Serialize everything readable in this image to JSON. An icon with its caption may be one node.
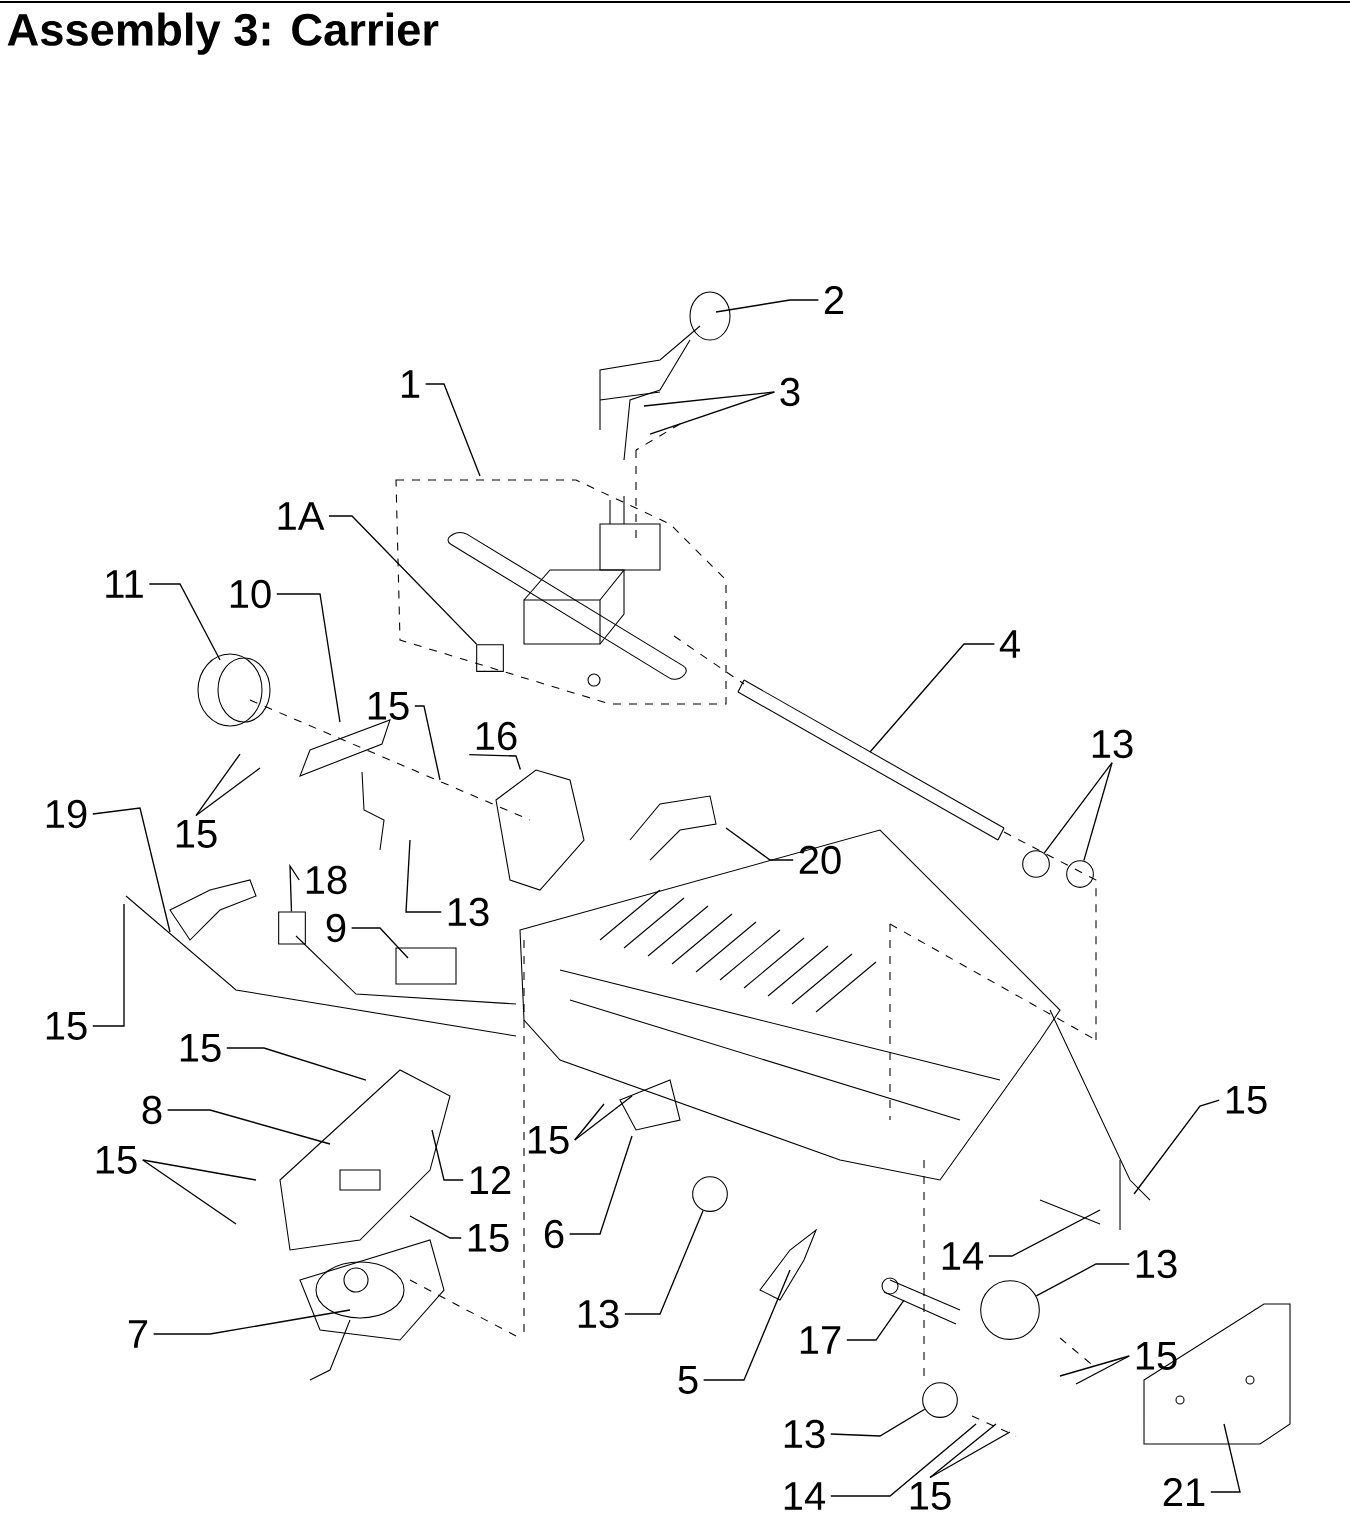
{
  "diagram": {
    "title": "Assembly 3: Carrier",
    "nodes": [
      {
        "text": [
          "1"
        ]
      },
      {
        "text": [
          "2"
        ]
      },
      {
        "text": [
          "3"
        ]
      },
      {
        "text": [
          "1A"
        ]
      },
      {
        "text": [
          "4"
        ]
      },
      {
        "text": [
          "11"
        ]
      },
      {
        "text": [
          "10"
        ]
      },
      {
        "text": [
          "15"
        ]
      },
      {
        "text": [
          "16"
        ]
      },
      {
        "text": [
          "15"
        ]
      },
      {
        "text": [
          "13"
        ]
      },
      {
        "text": [
          "20"
        ]
      },
      {
        "text": [
          "13"
        ]
      },
      {
        "text": [
          "19"
        ]
      },
      {
        "text": [
          "15"
        ]
      },
      {
        "text": [
          "18"
        ]
      },
      {
        "text": [
          "9"
        ]
      },
      {
        "text": [
          "15"
        ]
      },
      {
        "text": [
          "8"
        ]
      },
      {
        "text": [
          "12"
        ]
      },
      {
        "text": [
          "15"
        ]
      },
      {
        "text": [
          "15"
        ]
      },
      {
        "text": [
          "6"
        ]
      },
      {
        "text": [
          "15"
        ]
      },
      {
        "text": [
          "7"
        ]
      },
      {
        "text": [
          "13"
        ]
      },
      {
        "text": [
          "15"
        ]
      },
      {
        "text": [
          "14"
        ]
      },
      {
        "text": [
          "13"
        ]
      },
      {
        "text": [
          "5"
        ]
      },
      {
        "text": [
          "17"
        ]
      },
      {
        "text": [
          "15"
        ]
      },
      {
        "text": [
          "13"
        ]
      },
      {
        "text": [
          "14"
        ]
      },
      {
        "text": [
          "15"
        ]
      },
      {
        "text": [
          "21"
        ]
      },
      {
        "text": [],
        "shape": "box"
      },
      {
        "text": [],
        "shape": "picture"
      },
      {
        "text": [],
        "shape": "picture"
      },
      {
        "text": [],
        "shape": "circle"
      },
      {
        "text": [],
        "shape": "circle"
      },
      {
        "text": [],
        "shape": "box"
      },
      {
        "text": [],
        "shape": "circle"
      },
      {
        "text": [],
        "shape": "circle"
      },
      {
        "text": [],
        "shape": "circle"
      }
    ],
    "edges": [
      {
        "from": 0,
        "to": null,
        "arrow": "none"
      },
      {
        "from": 1,
        "to": null,
        "arrow": "none"
      },
      {
        "from": 2,
        "to": null,
        "arrow": "none"
      },
      {
        "from": 2,
        "to": null,
        "arrow": "none"
      },
      {
        "from": 3,
        "to": 36,
        "arrow": "none"
      },
      {
        "from": 4,
        "to": null,
        "arrow": "none"
      },
      {
        "from": 5,
        "to": null,
        "arrow": "none"
      },
      {
        "from": 6,
        "to": 37,
        "arrow": "none"
      },
      {
        "from": 7,
        "to": null,
        "arrow": "none"
      },
      {
        "from": 8,
        "to": 38,
        "arrow": "none"
      },
      {
        "from": 9,
        "to": null,
        "arrow": "none"
      },
      {
        "from": 9,
        "to": null,
        "arrow": "none"
      },
      {
        "from": 10,
        "to": null,
        "arrow": "none"
      },
      {
        "from": 11,
        "to": null,
        "arrow": "none"
      },
      {
        "from": 12,
        "to": 39,
        "arrow": "none"
      },
      {
        "from": 12,
        "to": 40,
        "arrow": "none"
      },
      {
        "from": 13,
        "to": null,
        "arrow": "none"
      },
      {
        "from": 14,
        "to": null,
        "arrow": "none"
      },
      {
        "from": 15,
        "to": 41,
        "arrow": "none"
      },
      {
        "from": 16,
        "to": null,
        "arrow": "none"
      },
      {
        "from": 17,
        "to": null,
        "arrow": "none"
      },
      {
        "from": 18,
        "to": null,
        "arrow": "none"
      },
      {
        "from": 19,
        "to": null,
        "arrow": "none"
      },
      {
        "from": 20,
        "to": null,
        "arrow": "none"
      },
      {
        "from": 20,
        "to": null,
        "arrow": "none"
      },
      {
        "from": 21,
        "to": null,
        "arrow": "none"
      },
      {
        "from": 21,
        "to": null,
        "arrow": "none"
      },
      {
        "from": 22,
        "to": null,
        "arrow": "none"
      },
      {
        "from": 23,
        "to": null,
        "arrow": "none"
      },
      {
        "from": 24,
        "to": null,
        "arrow": "none"
      },
      {
        "from": 25,
        "to": 42,
        "arrow": "none"
      },
      {
        "from": 26,
        "to": null,
        "arrow": "none"
      },
      {
        "from": 27,
        "to": null,
        "arrow": "none"
      },
      {
        "from": 28,
        "to": 43,
        "arrow": "none"
      },
      {
        "from": 29,
        "to": null,
        "arrow": "none"
      },
      {
        "from": 30,
        "to": null,
        "arrow": "none"
      },
      {
        "from": 31,
        "to": null,
        "arrow": "none"
      },
      {
        "from": 31,
        "to": null,
        "arrow": "none"
      },
      {
        "from": 32,
        "to": 44,
        "arrow": "none"
      },
      {
        "from": 33,
        "to": null,
        "arrow": "none"
      },
      {
        "from": 34,
        "to": null,
        "arrow": "none"
      },
      {
        "from": 34,
        "to": null,
        "arrow": "none"
      },
      {
        "from": 35,
        "to": null,
        "arrow": "none"
      }
    ]
  }
}
